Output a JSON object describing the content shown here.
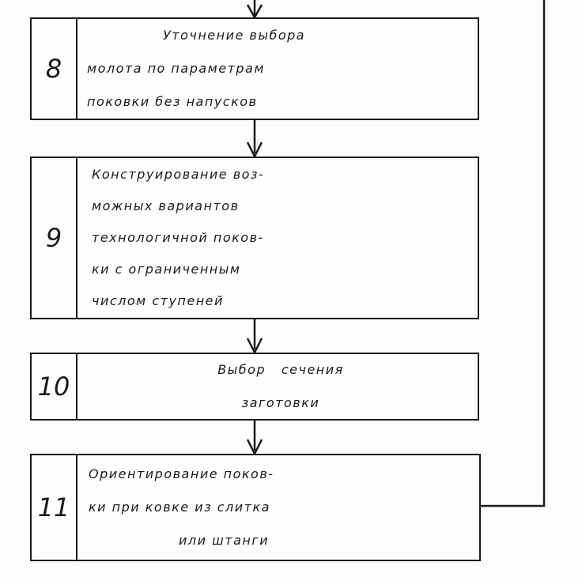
{
  "blocks": [
    {
      "number": "8",
      "lines": [
        "Уточнение выбора",
        "молота по параметрам",
        "поковки без напусков"
      ]
    },
    {
      "number": "9",
      "lines": [
        "Конструирование воз-",
        "можных вариантов",
        "технологичной поков-",
        "ки с ограниченным",
        "числом ступеней"
      ]
    },
    {
      "number": "10",
      "lines": [
        "Выбор   сечения",
        "заготовки"
      ]
    },
    {
      "number": "11",
      "lines": [
        "Ориентирование поков-",
        "ки при ковке из слитка",
        "или штанги"
      ]
    }
  ]
}
